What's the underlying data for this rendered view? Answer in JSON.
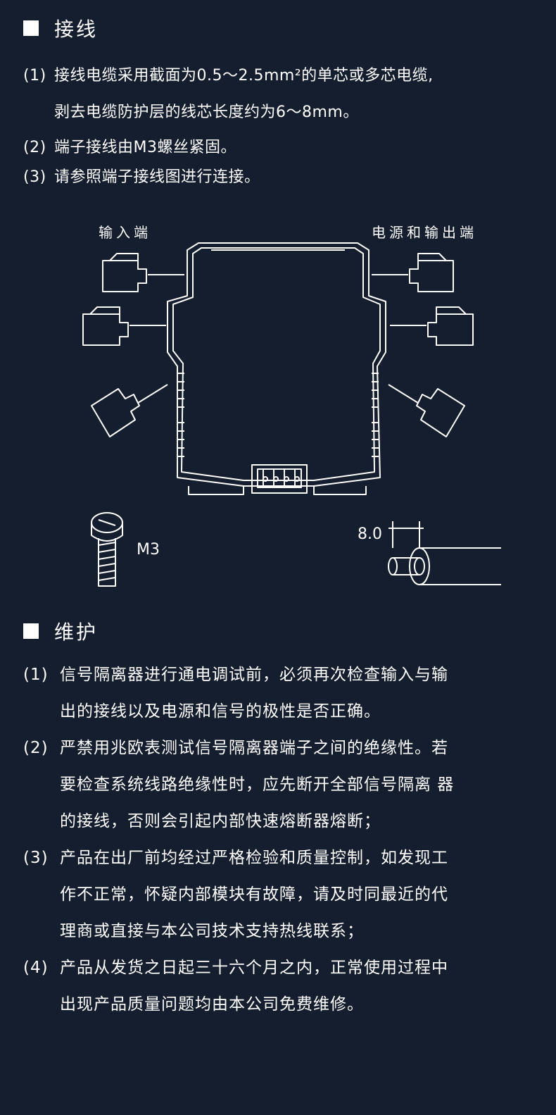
{
  "wiring": {
    "heading": "接线",
    "items": [
      {
        "num": "(1)",
        "line1": "接线电缆采用截面为0.5～2.5mm²的单芯或多芯电缆,",
        "line2": "剥去电缆防护层的线芯长度约为6～8mm。"
      },
      {
        "num": "(2)",
        "line1": "端子接线由M3螺丝紧固。"
      },
      {
        "num": "(3)",
        "line1": "请参照端子接线图进行连接。"
      }
    ]
  },
  "diagram": {
    "input_label": "输入端",
    "output_label": "电源和输出端",
    "screw_label": "M3",
    "strip_length_label": "8.0"
  },
  "maintenance": {
    "heading": "维护",
    "items": [
      {
        "num": "(1)",
        "text": "信号隔离器进行通电调试前，必须再次检查输入与输\n出的接线以及电源和信号的极性是否正确。"
      },
      {
        "num": "(2)",
        "text": "严禁用兆欧表测试信号隔离器端子之间的绝缘性。若\n要检查系统线路绝缘性时，应先断开全部信号隔离 器\n的接线，否则会引起内部快速熔断器熔断；"
      },
      {
        "num": "(3)",
        "text": "产品在出厂前均经过严格检验和质量控制，如发现工\n作不正常，怀疑内部模块有故障，请及时同最近的代\n理商或直接与本公司技术支持热线联系；"
      },
      {
        "num": "(4)",
        "text": "产品从发货之日起三十六个月之内，正常使用过程中\n出现产品质量问题均由本公司免费维修。"
      }
    ]
  },
  "colors": {
    "background": "#151e2e",
    "foreground": "#ffffff"
  }
}
